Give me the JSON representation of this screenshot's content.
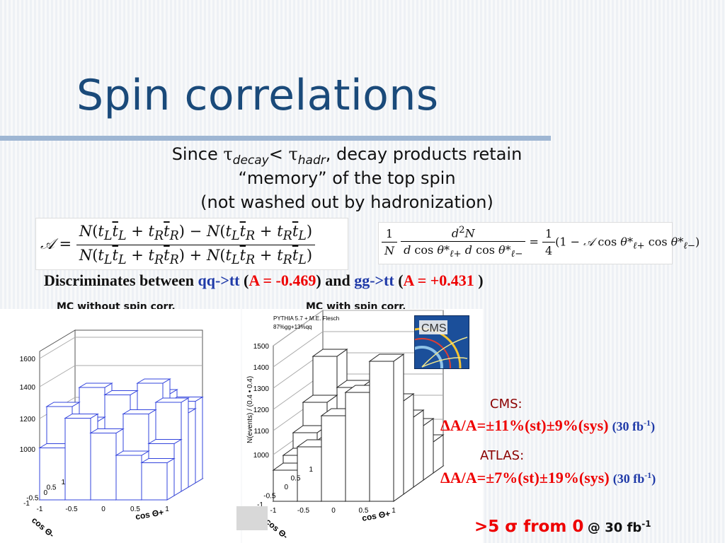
{
  "slide": {
    "title": "Spin correlations",
    "lead_line1_prefix": "Since ",
    "tau": "τ",
    "sub_decay": "decay",
    "lt": "< ",
    "sub_hadr": "hadr",
    "lead_line1_suffix": ", decay products retain",
    "lead_line2": "“memory” of the top spin",
    "lead_line3": "(not washed out by hadronization)"
  },
  "discriminate": {
    "prefix": "Discriminates between ",
    "qq": "qq->tt",
    "open1": " (",
    "A_qq": "A = -0.469",
    "mid": ") and ",
    "gg": "gg->tt",
    "open2": " (",
    "A_gg": "A = +0.431 ",
    "close": ")"
  },
  "plots": {
    "left_label": "MC without spin corr.",
    "right_label": "MC with spin corr.",
    "pythia_line1": "PYTHIA 5.7 + M.E. Flesch",
    "pythia_line2": "87%gg+13%qq",
    "yaxis_label": "N(events) / (0.4 • 0.4)",
    "cos_minus": "cos Θ-",
    "cos_plus": "cos Θ+",
    "cms_logo": "CMS",
    "left_y_ticks": [
      "1600",
      "1400",
      "1200",
      "1000"
    ],
    "right_y_ticks": [
      "1500",
      "1400",
      "1300",
      "1200",
      "1100",
      "1000"
    ],
    "depth_ticks": [
      "1",
      "0.5",
      "0",
      "-0.5",
      "-1"
    ],
    "front_ticks": [
      "-1",
      "-0.5",
      "0",
      "0.5",
      "1"
    ],
    "left_heights": [
      [
        0.35,
        0.55,
        0.45,
        0.3,
        0.25
      ],
      [
        0.6,
        0.5,
        0.4,
        0.55,
        0.35
      ],
      [
        0.5,
        0.7,
        0.65,
        0.45,
        0.6
      ],
      [
        0.4,
        0.55,
        0.6,
        0.7,
        0.5
      ],
      [
        0.3,
        0.45,
        0.5,
        0.6,
        0.55
      ]
    ],
    "right_heights": [
      [
        0.2,
        0.35,
        0.55,
        0.7,
        0.9
      ],
      [
        0.25,
        0.3,
        0.4,
        0.55,
        0.6
      ],
      [
        0.35,
        0.3,
        0.2,
        0.3,
        0.45
      ],
      [
        0.5,
        0.4,
        0.25,
        0.3,
        0.35
      ],
      [
        0.75,
        0.55,
        0.35,
        0.25,
        0.2
      ]
    ]
  },
  "results": {
    "cms_label": "CMS:",
    "cms_result": "ΔA/A=±11%(st)±9%(sys)",
    "cms_lumi": "(30 fb",
    "atlas_label": "ATLAS:",
    "atlas_result": "ΔA/A=±7%(st)±19%(sys)",
    "atlas_lumi": "(30 fb",
    "exp": "-1",
    "close": ")",
    "sigma_text": ">5 σ from 0",
    "at_lumi": "@ 30 fb"
  }
}
